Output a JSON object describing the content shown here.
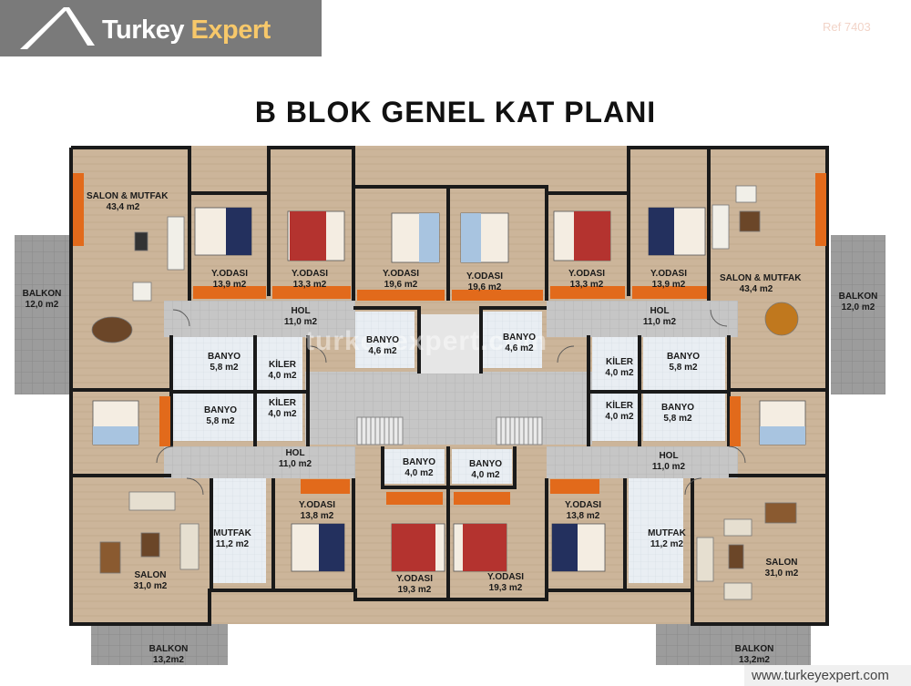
{
  "brand": {
    "name_part1": "Turkey",
    "name_part2": "Expert",
    "accent_color": "#f7c86a"
  },
  "ref": "Ref 7403",
  "plan_title": "B BLOK GENEL KAT PLANI",
  "watermark": "turkeyexpert.com",
  "footer_url": "www.turkeyexpert.com",
  "rooms": [
    {
      "name": "SALON & MUTFAK",
      "area": "43,4 m2"
    },
    {
      "name": "Y.ODASI",
      "area": "13,9 m2"
    },
    {
      "name": "Y.ODASI",
      "area": "13,3 m2"
    },
    {
      "name": "Y.ODASI",
      "area": "19,6 m2"
    },
    {
      "name": "Y.ODASI",
      "area": "19,6 m2"
    },
    {
      "name": "Y.ODASI",
      "area": "13,3 m2"
    },
    {
      "name": "Y.ODASI",
      "area": "13,9 m2"
    },
    {
      "name": "SALON & MUTFAK",
      "area": "43,4 m2"
    },
    {
      "name": "BALKON",
      "area": "12,0 m2"
    },
    {
      "name": "BALKON",
      "area": "12,0 m2"
    },
    {
      "name": "HOL",
      "area": "11,0 m2"
    },
    {
      "name": "HOL",
      "area": "11,0 m2"
    },
    {
      "name": "BANYO",
      "area": "4,6 m2"
    },
    {
      "name": "BANYO",
      "area": "4,6 m2"
    },
    {
      "name": "BANYO",
      "area": "5,8 m2"
    },
    {
      "name": "KİLER",
      "area": "4,0 m2"
    },
    {
      "name": "KİLER",
      "area": "4,0 m2"
    },
    {
      "name": "BANYO",
      "area": "5,8 m2"
    },
    {
      "name": "BANYO",
      "area": "5,8 m2"
    },
    {
      "name": "KİLER",
      "area": "4,0 m2"
    },
    {
      "name": "KİLER",
      "area": "4,0 m2"
    },
    {
      "name": "BANYO",
      "area": "5,8 m2"
    },
    {
      "name": "HOL",
      "area": "11,0 m2"
    },
    {
      "name": "HOL",
      "area": "11,0 m2"
    },
    {
      "name": "BANYO",
      "area": "4,0 m2"
    },
    {
      "name": "BANYO",
      "area": "4,0 m2"
    },
    {
      "name": "MUTFAK",
      "area": "11,2 m2"
    },
    {
      "name": "Y.ODASI",
      "area": "13,8 m2"
    },
    {
      "name": "Y.ODASI",
      "area": "13,8 m2"
    },
    {
      "name": "MUTFAK",
      "area": "11,2 m2"
    },
    {
      "name": "SALON",
      "area": "31,0 m2"
    },
    {
      "name": "SALON",
      "area": "31,0 m2"
    },
    {
      "name": "Y.ODASI",
      "area": "19,3 m2"
    },
    {
      "name": "Y.ODASI",
      "area": "19,3 m2"
    },
    {
      "name": "BALKON",
      "area": "13,2m2"
    },
    {
      "name": "BALKON",
      "area": "13,2m2"
    }
  ]
}
